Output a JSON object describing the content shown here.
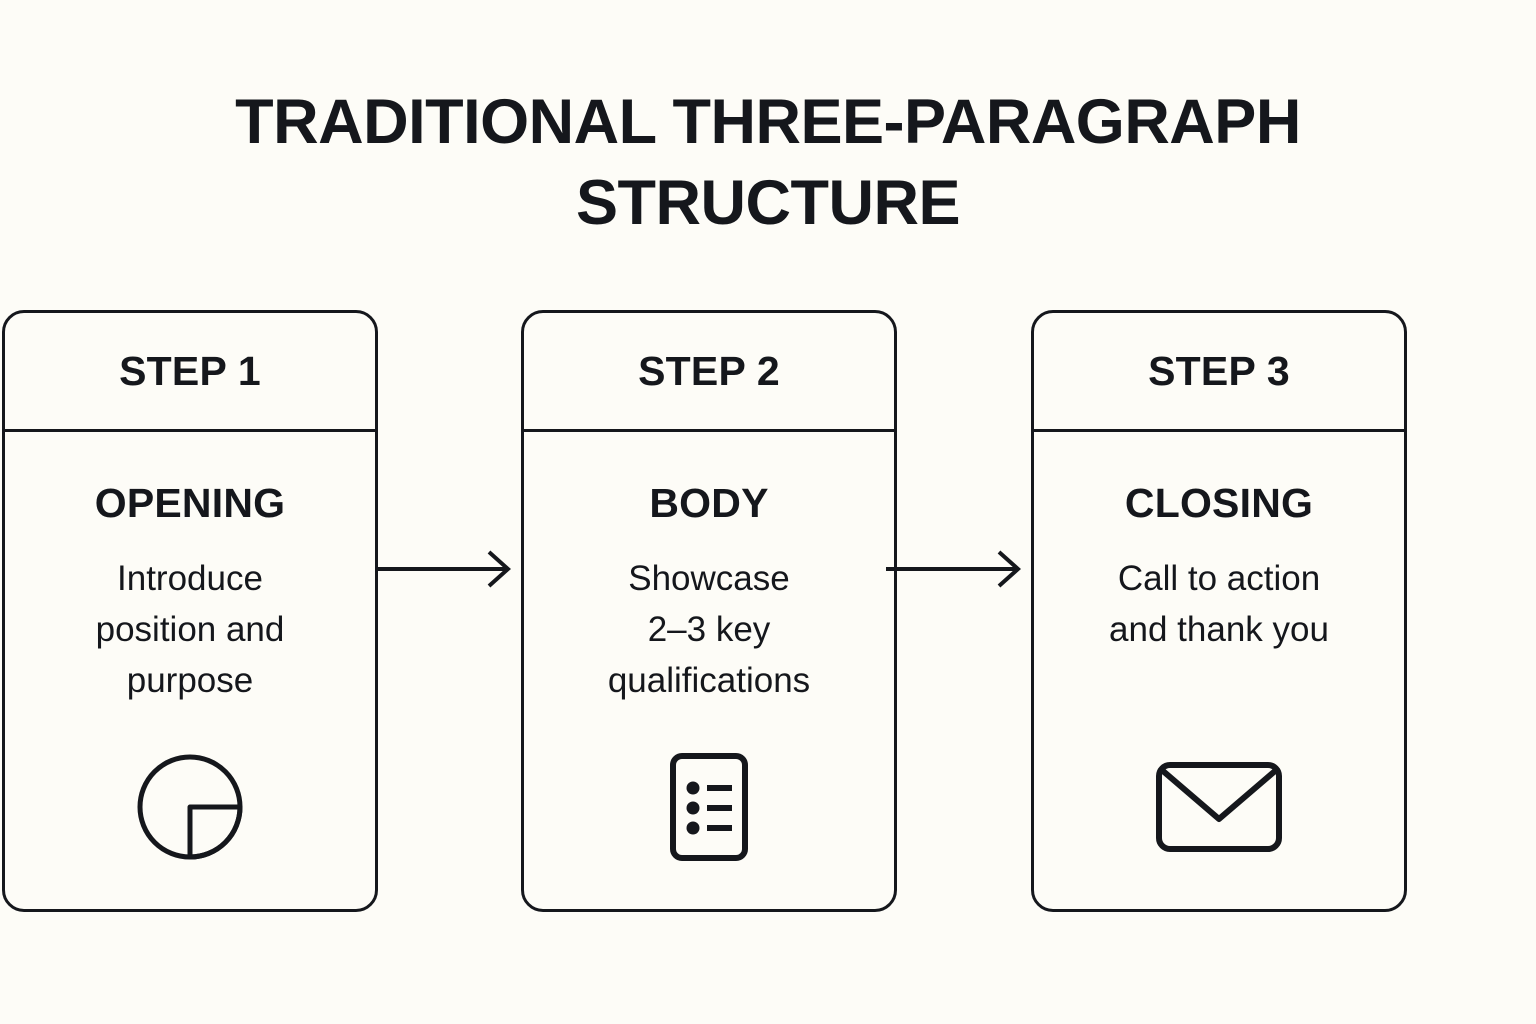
{
  "page": {
    "background_color": "#FDFCF7",
    "ink_color": "#15171C"
  },
  "title": "TRADITIONAL THREE-PARAGRAPH\nSTRUCTURE",
  "cards": [
    {
      "step_label": "STEP 1",
      "title": "OPENING",
      "description": "Introduce\nposition and\npurpose",
      "icon": "pie-chart-icon"
    },
    {
      "step_label": "STEP 2",
      "title": "BODY",
      "description": "Showcase\n2–3 key\nqualifications",
      "icon": "checklist-document-icon"
    },
    {
      "step_label": "STEP 3",
      "title": "CLOSING",
      "description": "Call to action\nand thank you",
      "icon": "envelope-icon"
    }
  ],
  "connectors": [
    {
      "name": "arrow-step1-to-step2",
      "direction": "right"
    },
    {
      "name": "arrow-step2-to-step3",
      "direction": "right"
    }
  ]
}
